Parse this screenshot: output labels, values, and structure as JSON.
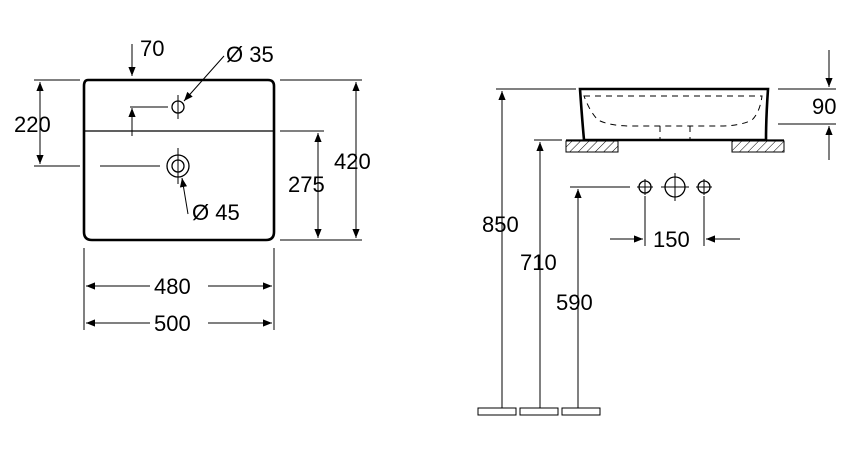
{
  "top_view": {
    "tap_hole_offset": "70",
    "tap_hole_diameter": "Ø 35",
    "tap_hole_depth": "220",
    "overall_depth": "420",
    "bowl_depth": "275",
    "waste_diameter": "Ø 45",
    "inner_width": "480",
    "overall_width": "500"
  },
  "side_view": {
    "basin_height": "90",
    "top_height": "850",
    "counter_height": "710",
    "waste_height": "590",
    "tap_spacing": "150"
  }
}
